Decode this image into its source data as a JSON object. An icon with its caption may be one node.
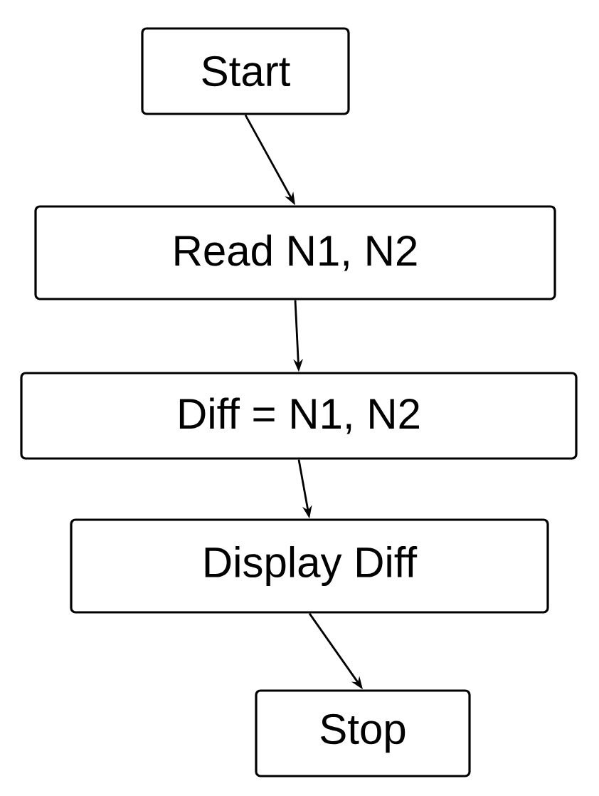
{
  "diagram": {
    "nodes": [
      {
        "text": [
          "Start"
        ]
      },
      {
        "text": [
          "Read N1, N2"
        ]
      },
      {
        "text": [
          "Diff = N1, N2"
        ]
      },
      {
        "text": [
          "Display Diff"
        ]
      },
      {
        "text": [
          "Stop"
        ]
      }
    ],
    "edges": [
      {
        "from": 0,
        "to": 1,
        "arrow": "to"
      },
      {
        "from": 1,
        "to": 2,
        "arrow": "to"
      },
      {
        "from": 2,
        "to": 3,
        "arrow": "to"
      },
      {
        "from": 3,
        "to": 4,
        "arrow": "to"
      }
    ]
  }
}
